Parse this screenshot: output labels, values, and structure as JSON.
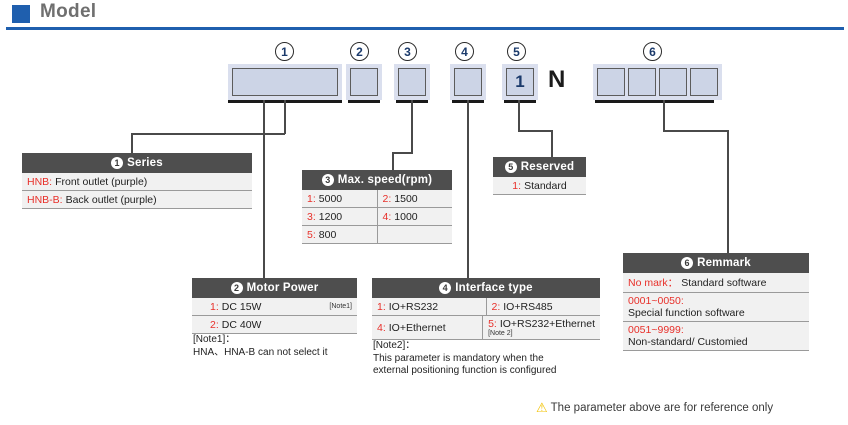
{
  "header": {
    "title": "Model",
    "square_color": "#1f5fae",
    "rule_color": "#1f5fae"
  },
  "code_slots": {
    "markers": [
      "1",
      "2",
      "3",
      "4",
      "5",
      "6"
    ],
    "slot5_value": "1",
    "literal_n": "N"
  },
  "tables": {
    "series": {
      "number": "1",
      "title": "Series",
      "rows": [
        {
          "key": "HNB:",
          "value": "Front outlet (purple)"
        },
        {
          "key": "HNB-B:",
          "value": "Back outlet (purple)"
        }
      ]
    },
    "motor_power": {
      "number": "2",
      "title": "Motor Power",
      "rows": [
        {
          "key": "1:",
          "value": "DC 15W",
          "note": "[Note1]"
        },
        {
          "key": "2:",
          "value": "DC 40W",
          "note": ""
        }
      ],
      "note_head": "[Note1]：",
      "note_body": "HNA、HNA-B can not select it"
    },
    "max_speed": {
      "number": "3",
      "title": "Max. speed(rpm)",
      "cells": [
        {
          "key": "1:",
          "value": "5000"
        },
        {
          "key": "2:",
          "value": "1500"
        },
        {
          "key": "3:",
          "value": "1200"
        },
        {
          "key": "4:",
          "value": "1000"
        },
        {
          "key": "5:",
          "value": "800"
        },
        {
          "key": "",
          "value": ""
        }
      ]
    },
    "interface_type": {
      "number": "4",
      "title": "Interface type",
      "cells": [
        {
          "key": "1:",
          "value": "IO+RS232",
          "note": ""
        },
        {
          "key": "2:",
          "value": "IO+RS485",
          "note": ""
        },
        {
          "key": "4:",
          "value": "IO+Ethernet",
          "note": ""
        },
        {
          "key": "5:",
          "value": "IO+RS232+Ethernet",
          "note": "[Note 2]"
        }
      ],
      "note_head": "[Note2]：",
      "note_body_1": "This parameter is mandatory when the",
      "note_body_2": "external positioning function is configured"
    },
    "reserved": {
      "number": "5",
      "title": "Reserved",
      "rows": [
        {
          "key": "1:",
          "value": "Standard"
        }
      ]
    },
    "remmark": {
      "number": "6",
      "title": "Remmark",
      "rows": [
        {
          "line1": "No mark：",
          "line2": "Standard software",
          "inline": true
        },
        {
          "line1": "0001~0050:",
          "line2": "Special function software",
          "inline": false
        },
        {
          "line1": "0051~9999:",
          "line2": "Non-standard/ Customied",
          "inline": false
        }
      ]
    }
  },
  "footer": {
    "icon": "warning-triangle-icon",
    "text": "The parameter above are for reference only"
  },
  "colors": {
    "key_red": "#e8302a",
    "table_header": "#4e4e4e",
    "slot_fill": "#ccd4e6",
    "accent_blue": "#1f5fae"
  }
}
